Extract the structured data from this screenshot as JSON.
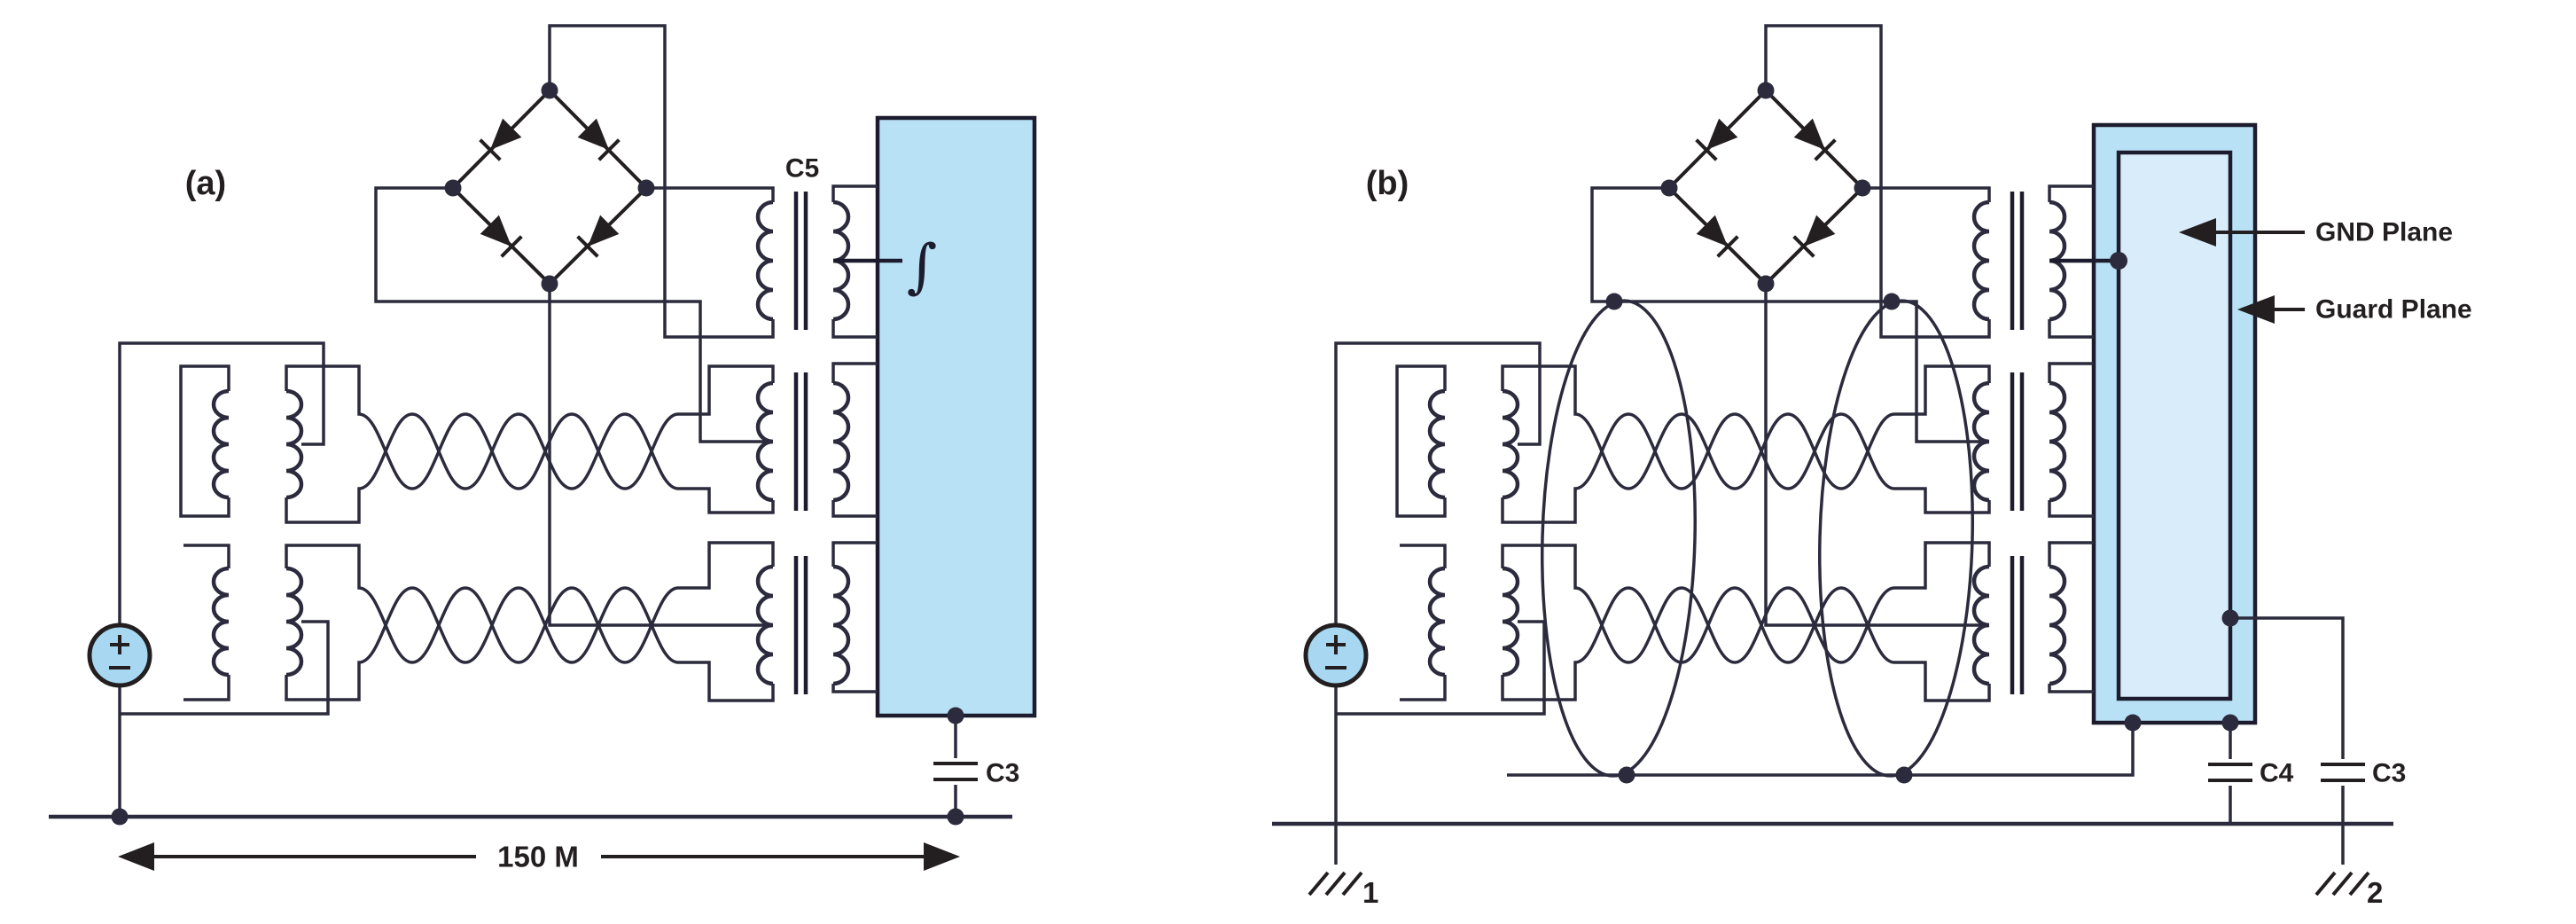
{
  "panel_a": {
    "label": "(a)",
    "transformer_cap": "C5",
    "integrator_symbol": "∫",
    "ground_cap": "C3",
    "distance": "150 M"
  },
  "panel_b": {
    "label": "(b)",
    "gnd_plane": "GND Plane",
    "guard_plane": "Guard Plane",
    "guard_cap": "C4",
    "ground_cap": "C3",
    "ground_1": "1",
    "ground_2": "2"
  },
  "colors": {
    "wire": "#2b2b3d",
    "ink": "#231f20",
    "core": "#1c1c2e",
    "box_fill": "#b9e1f6",
    "inner_fill": "#d8ecf9",
    "source_fill": "#a8d8f1"
  }
}
